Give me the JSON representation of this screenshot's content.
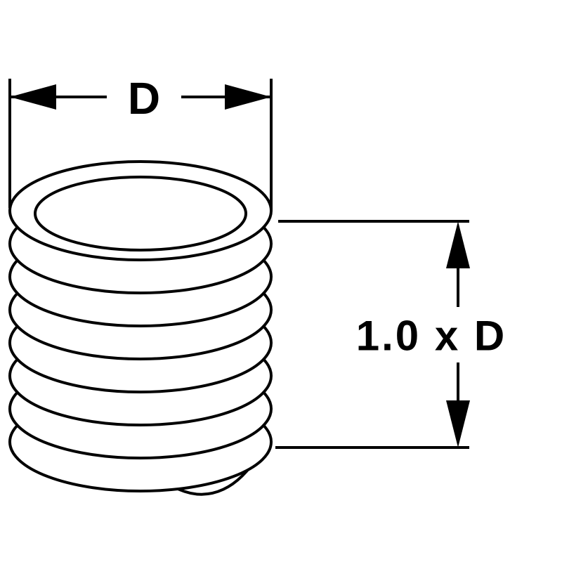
{
  "diagram": {
    "labels": {
      "diameter": "D",
      "length": "1.0 x D"
    },
    "colors": {
      "line": "#000000",
      "background": "#ffffff"
    },
    "coil": {
      "visible_turns": 8
    }
  }
}
